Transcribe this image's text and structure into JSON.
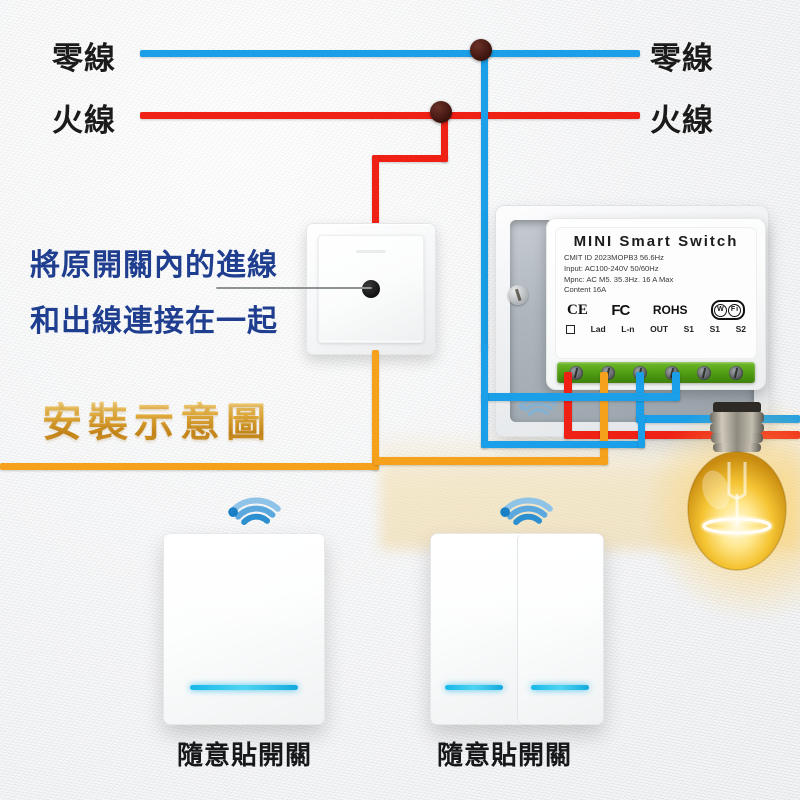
{
  "title": "安裝示意圖",
  "labels": {
    "neutral_left": "零線",
    "live_left": "火線",
    "neutral_right": "零線",
    "live_right": "火線",
    "instruction_line1": "將原開關內的進線",
    "instruction_line2": "和出線連接在一起",
    "diagram_title": "安裝示意圖",
    "bottom_switch_left": "隨意貼開關",
    "bottom_switch_right": "隨意貼開關"
  },
  "module": {
    "title": "MINI  Smart  Switch",
    "spec_lines": [
      "CMIT ID 2023MOPB3 56.6Hz",
      "Input: AC100-240V 50/60Hz",
      "Mpnc: AC  M5. 35.3Hz. 16 A Max",
      "Content 16A"
    ],
    "badges": [
      "CE",
      "FC",
      "ROHS",
      "WiFi"
    ],
    "wifi_badge": {
      "w": "W",
      "fi": "Fi"
    },
    "terminals": [
      "Lad",
      "L-n",
      "OUT",
      "S1",
      "S1",
      "S2"
    ]
  },
  "colors": {
    "neutral_wire": "#1a9fe8",
    "live_wire": "#ef2115",
    "switched_wire": "#f5a11c",
    "led_indicator": "#16b7e8",
    "instruction_text": "#1f3e8f",
    "title_gold": "#e5ae3d",
    "junction_node": "#3b120c"
  },
  "icons": {
    "wifi_small_left": "wifi-icon",
    "wifi_small_right": "wifi-icon",
    "wifi_module": "wifi-icon",
    "bulb": "light-bulb-icon",
    "junction_live": "wire-junction-icon",
    "junction_neutral": "wire-junction-icon"
  }
}
